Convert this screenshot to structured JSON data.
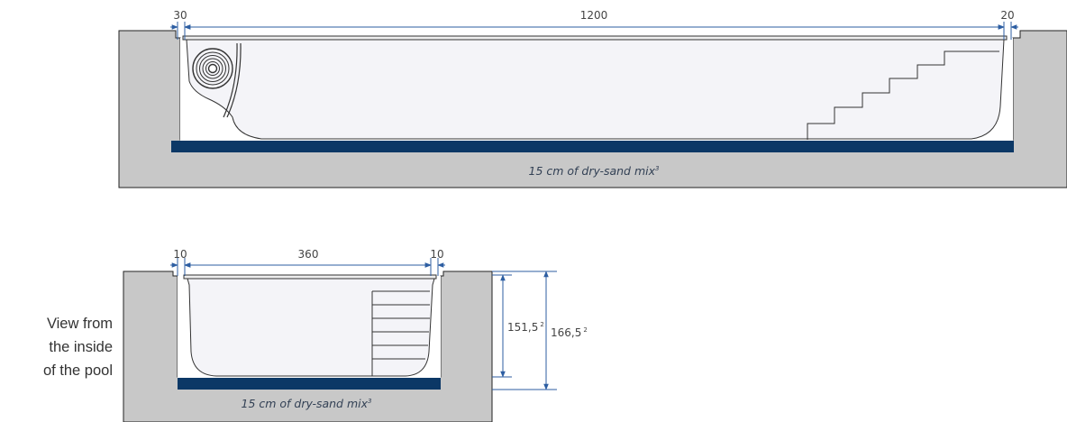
{
  "colors": {
    "ground": "#c8c8c8",
    "ground_stroke": "#222222",
    "pool_fill": "#f4f4f8",
    "pool_stroke": "#333333",
    "sand_bed": "#0c3866",
    "dimension": "#2d5ea2",
    "text": "#444444"
  },
  "top_view": {
    "dims": {
      "left_gap": "30",
      "length": "1200",
      "right_gap": "20"
    },
    "sand_label": "15 cm of dry-sand mix",
    "sand_label_sup": "3"
  },
  "side_view": {
    "dims": {
      "left_gap": "10",
      "width": "360",
      "right_gap": "10",
      "inner_depth": "151,5",
      "inner_depth_sup": "2",
      "total_depth": "166,5",
      "total_depth_sup": "2"
    },
    "sand_label": "15 cm of dry-sand mix",
    "sand_label_sup": "3",
    "caption": [
      "View from",
      "the inside",
      "of the pool"
    ]
  }
}
